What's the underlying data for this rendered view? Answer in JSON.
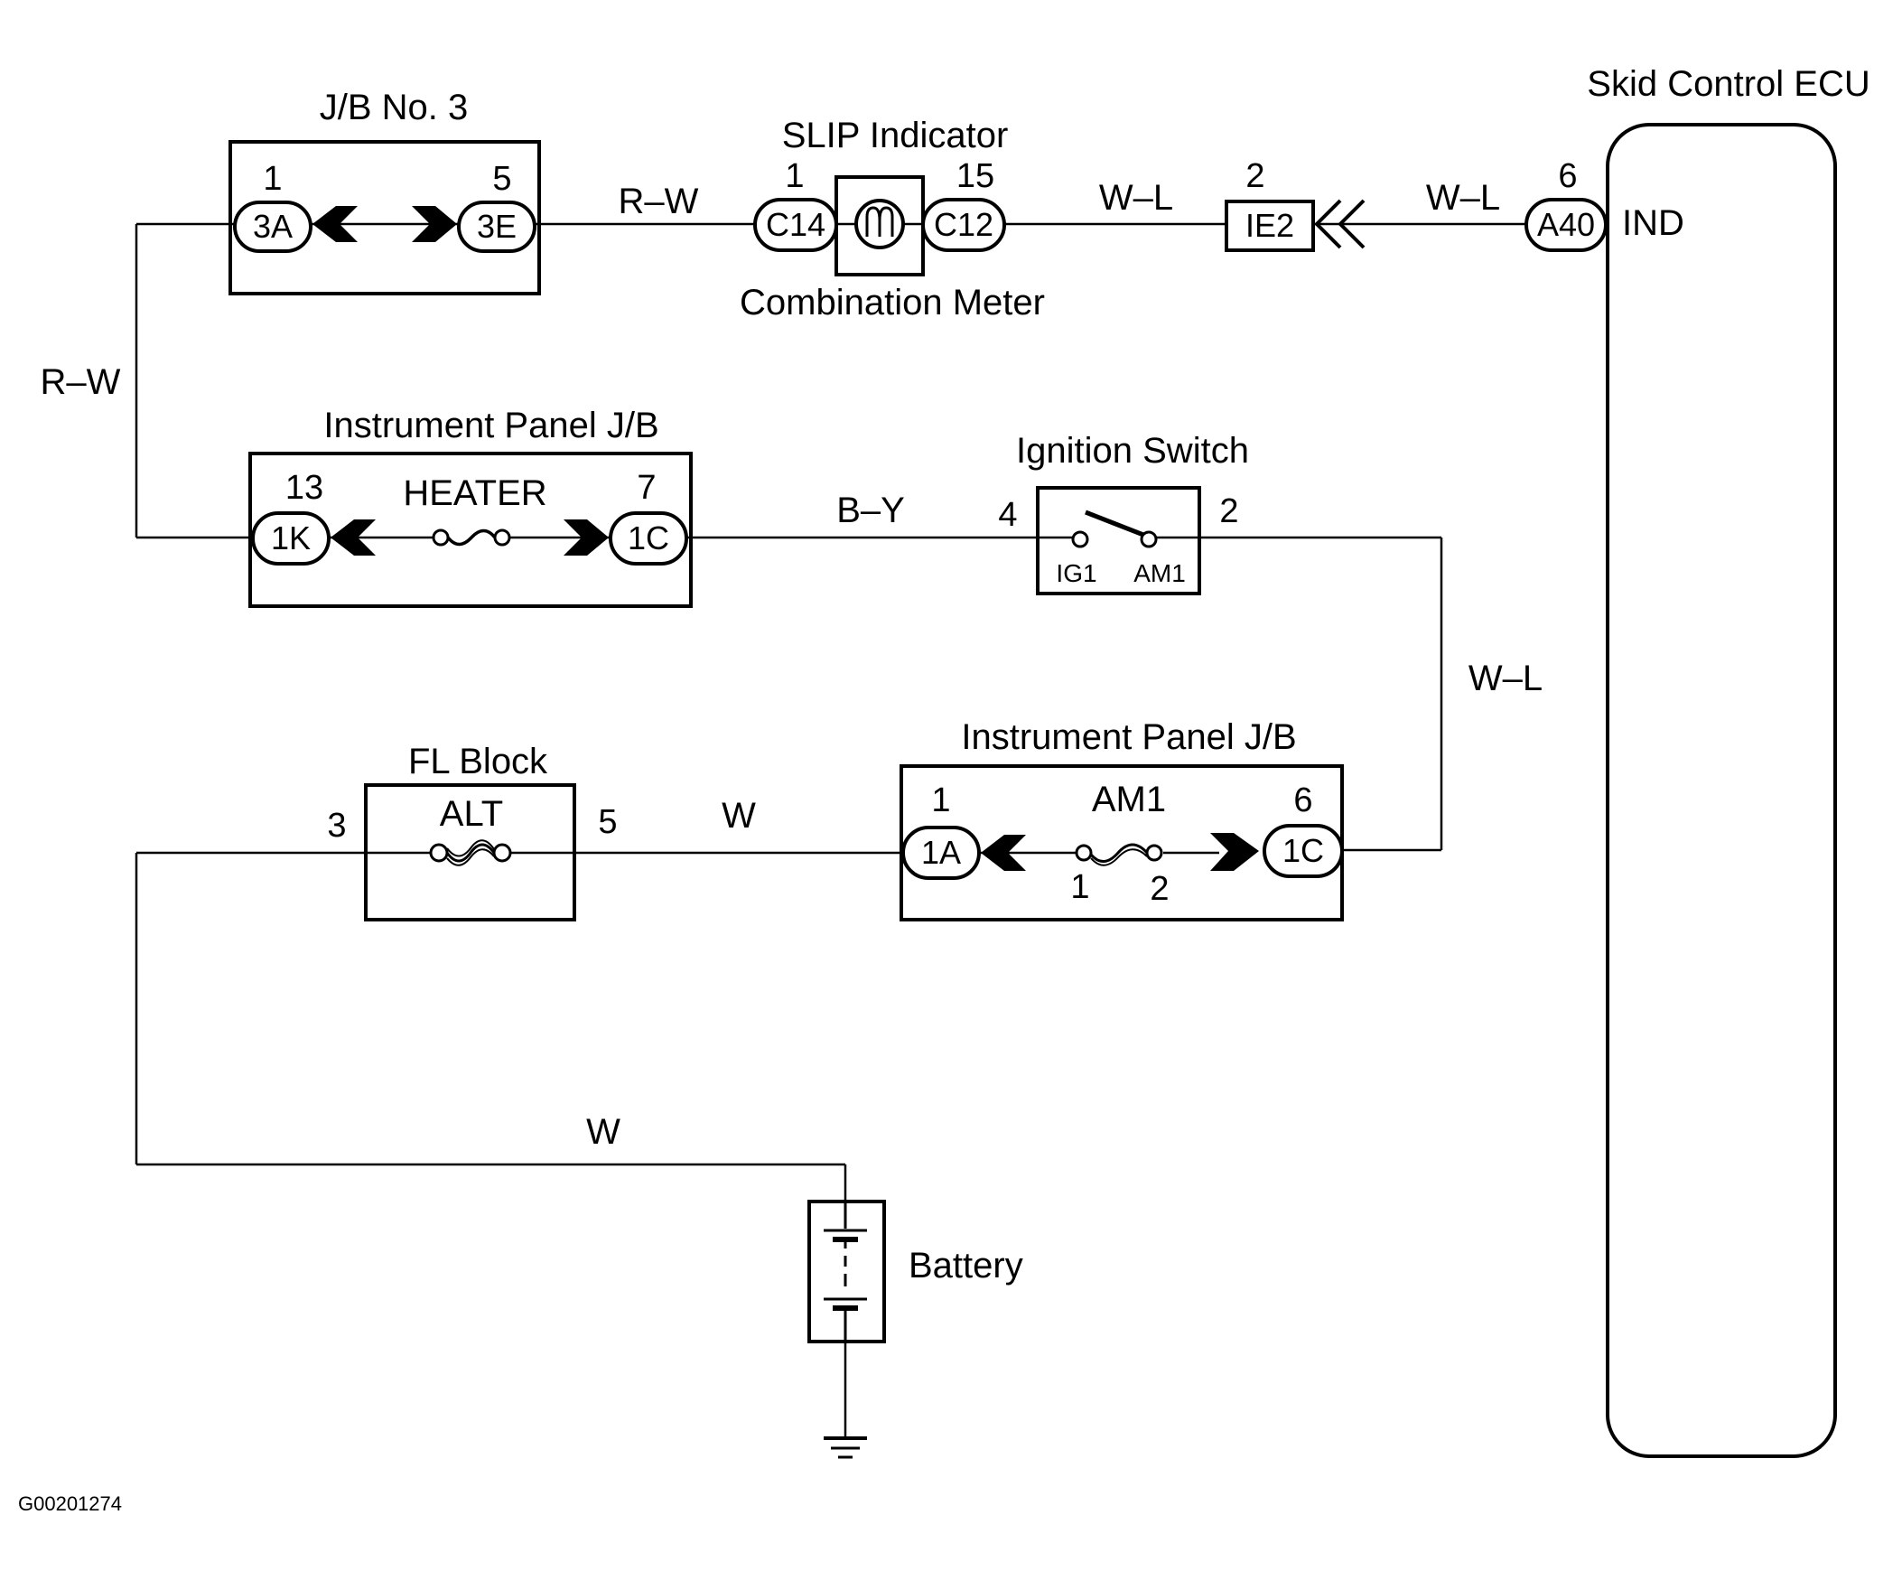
{
  "diagram": {
    "code": "G00201274",
    "components": {
      "jb3": {
        "title": "J/B No. 3",
        "pin_left": "1",
        "pin_right": "5",
        "conn_left": "3A",
        "conn_right": "3E"
      },
      "meter": {
        "title": "SLIP Indicator",
        "subtitle": "Combination Meter",
        "pin_left": "1",
        "pin_right": "15",
        "conn_left": "C14",
        "conn_right": "C12"
      },
      "ie2": {
        "pin": "2",
        "conn": "IE2"
      },
      "ecu": {
        "title": "Skid Control ECU",
        "pin": "6",
        "conn": "A40",
        "terminal": "IND"
      },
      "ipjb_heater": {
        "title": "Instrument Panel J/B",
        "fuse": "HEATER",
        "pin_left": "13",
        "pin_right": "7",
        "conn_left": "1K",
        "conn_right": "1C"
      },
      "ignition": {
        "title": "Ignition Switch",
        "pin_left": "4",
        "pin_right": "2",
        "term_left": "IG1",
        "term_right": "AM1"
      },
      "fl_block": {
        "title": "FL Block",
        "fuse": "ALT",
        "pin_left": "3",
        "pin_right": "5"
      },
      "ipjb_am1": {
        "title": "Instrument Panel J/B",
        "fuse": "AM1",
        "pin_left": "1",
        "pin_right": "6",
        "conn_left": "1A",
        "conn_right": "1C",
        "fuse_pin_1": "1",
        "fuse_pin_2": "2"
      },
      "battery": {
        "title": "Battery"
      }
    },
    "wires": {
      "jb3_to_meter": "R–W",
      "meter_to_ie2": "W–L",
      "ie2_to_ecu": "W–L",
      "left_vertical": "R–W",
      "heater_to_ignition": "B–Y",
      "ignition_to_am1": "W–L",
      "fl_to_am1": "W",
      "battery_feed": "W"
    }
  }
}
